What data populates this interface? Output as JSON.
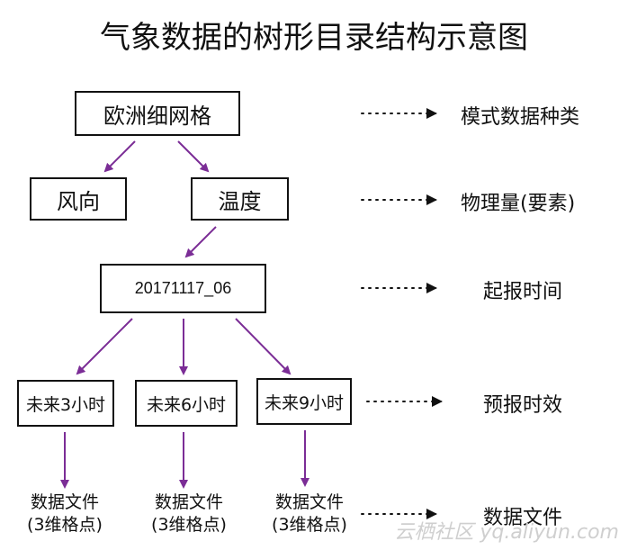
{
  "title": "气象数据的树形目录结构示意图",
  "nodes": {
    "root": "欧洲细网格",
    "wind": "风向",
    "temp": "温度",
    "time": "20171117_06",
    "fc3": "未来3小时",
    "fc6": "未来6小时",
    "fc9": "未来9小时"
  },
  "leaves": [
    {
      "line1": "数据文件",
      "line2": "(3维格点)"
    },
    {
      "line1": "数据文件",
      "line2": "(3维格点)"
    },
    {
      "line1": "数据文件",
      "line2": "(3维格点)"
    }
  ],
  "categories": [
    "模式数据种类",
    "物理量(要素)",
    "起报时间",
    "预报时效",
    "数据文件"
  ],
  "watermark": "云栖社区 yq.aliyun.com",
  "colors": {
    "tree_arrow": "#7b2d96",
    "dotted_arrow": "#111111"
  }
}
